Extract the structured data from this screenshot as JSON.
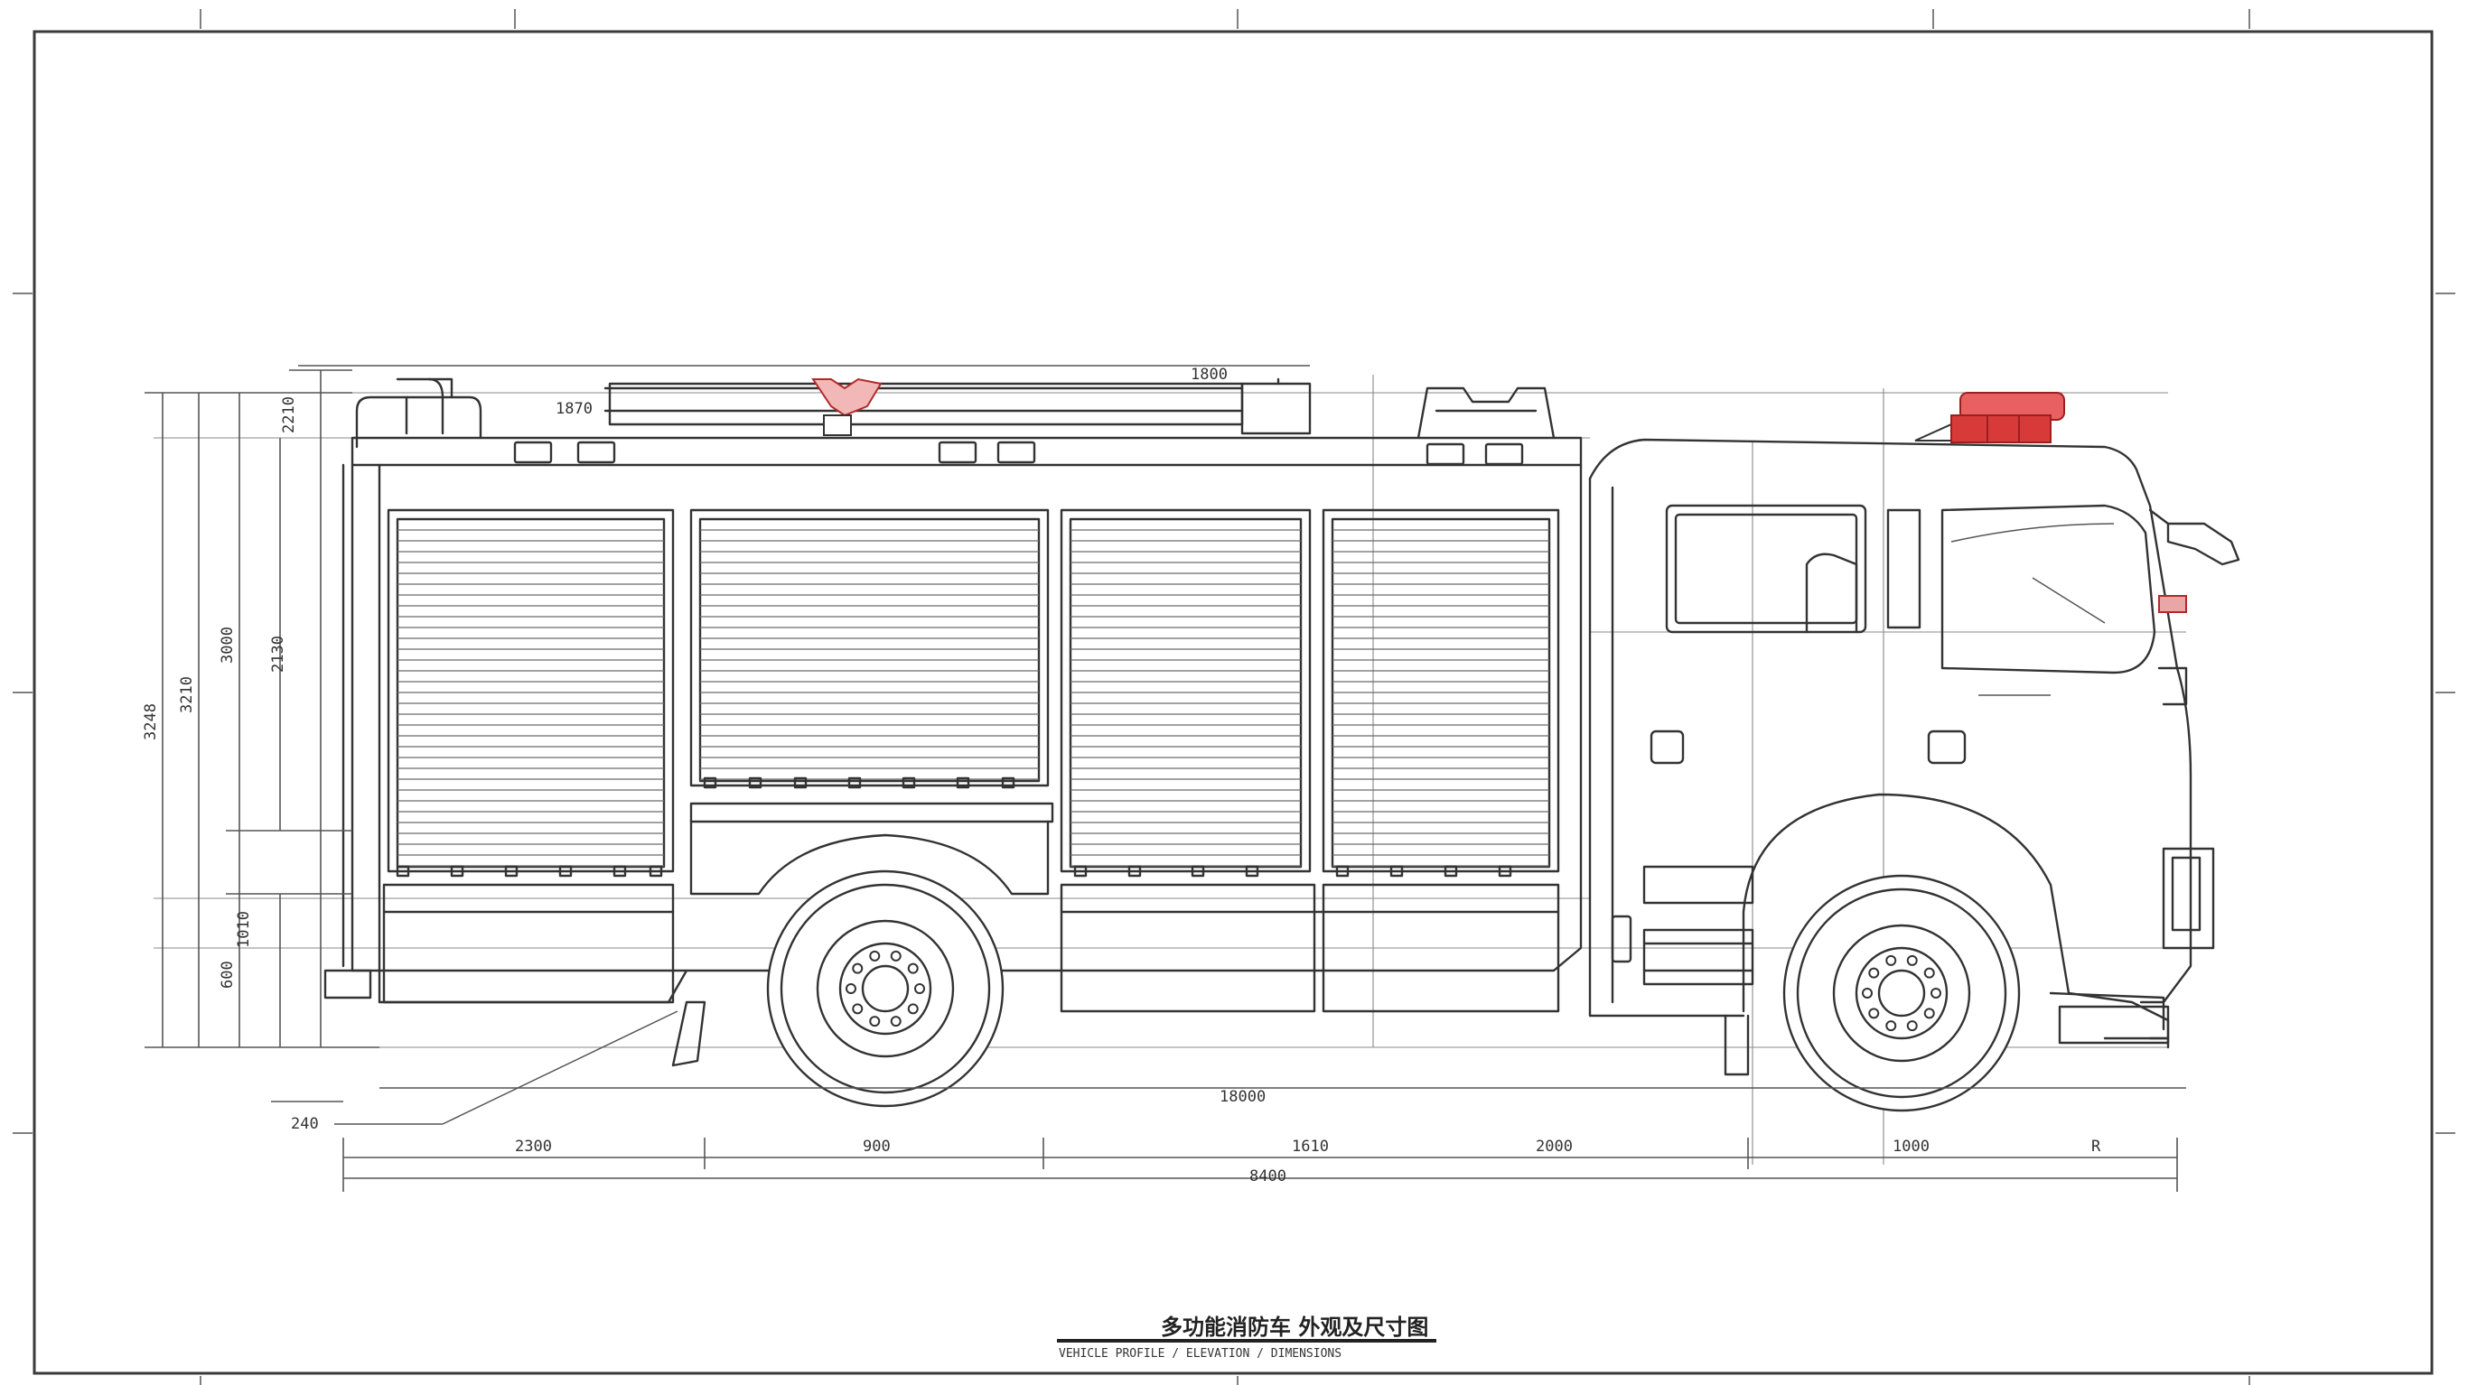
{
  "title_block": {
    "title": "多功能消防车 外观及尺寸图",
    "subtitle": "VEHICLE PROFILE / ELEVATION / DIMENSIONS"
  },
  "dimensions": {
    "overall_length": "8400",
    "wheelbase_label": "18000",
    "body_top_label": "1800",
    "top_rail_label": "1870",
    "ground_clearance_label": "240",
    "bottom_segments": [
      "2300",
      "900",
      "1610",
      "2000",
      "1000",
      "R"
    ],
    "left_heights": [
      "3248",
      "3210",
      "3000",
      "2130",
      "2210",
      "600",
      "1010"
    ]
  },
  "colors": {
    "line": "#333333",
    "accent_red": "#d83a3a",
    "paper": "#ffffff"
  }
}
